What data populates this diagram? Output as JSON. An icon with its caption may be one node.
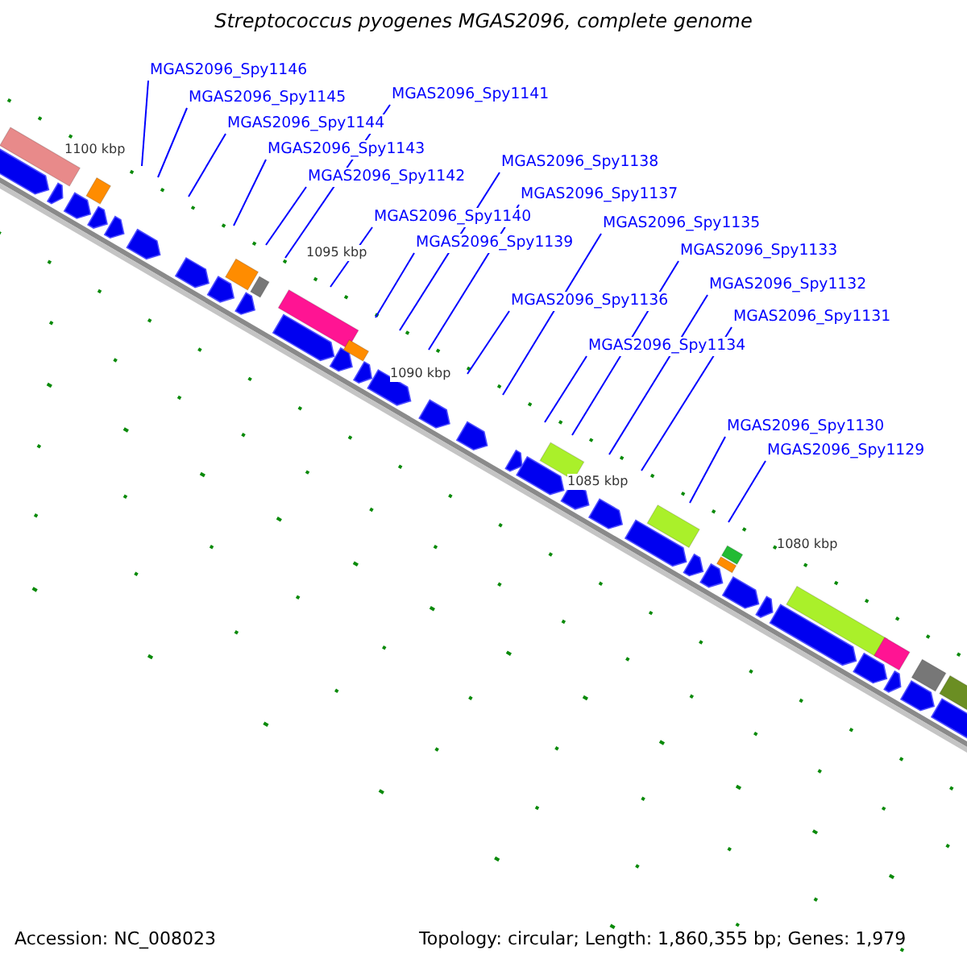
{
  "diagram": {
    "title": "Streptococcus pyogenes MGAS2096, complete genome",
    "nodes": [
      {
        "text": [
          "MGAS2096_Spy1146"
        ]
      },
      {
        "text": [
          "MGAS2096_Spy1141"
        ]
      },
      {
        "text": [
          "MGAS2096_Spy1145"
        ]
      },
      {
        "text": [
          "MGAS2096_Spy1144"
        ]
      },
      {
        "text": [
          "MGAS2096_Spy1143"
        ]
      },
      {
        "text": [
          "MGAS2096_Spy1138"
        ]
      },
      {
        "text": [
          "MGAS2096_Spy1142"
        ]
      },
      {
        "text": [
          "MGAS2096_Spy1137"
        ]
      },
      {
        "text": [
          "MGAS2096_Spy1140"
        ]
      },
      {
        "text": [
          "MGAS2096_Spy1135"
        ]
      },
      {
        "text": [
          "MGAS2096_Spy1139"
        ]
      },
      {
        "text": [
          "MGAS2096_Spy1133"
        ]
      },
      {
        "text": [
          "MGAS2096_Spy1132"
        ]
      },
      {
        "text": [
          "MGAS2096_Spy1136"
        ]
      },
      {
        "text": [
          "MGAS2096_Spy1131"
        ]
      },
      {
        "text": [
          "MGAS2096_Spy1134"
        ]
      },
      {
        "text": [
          "MGAS2096_Spy1130"
        ]
      },
      {
        "text": [
          "MGAS2096_Spy1129"
        ]
      }
    ],
    "edges": [
      {
        "from": 0,
        "to": null,
        "arrow": "none"
      },
      {
        "from": 1,
        "to": null,
        "arrow": "none"
      },
      {
        "from": 2,
        "to": null,
        "arrow": "none"
      },
      {
        "from": 3,
        "to": null,
        "arrow": "none"
      },
      {
        "from": 4,
        "to": null,
        "arrow": "none"
      },
      {
        "from": 5,
        "to": null,
        "arrow": "none"
      },
      {
        "from": 6,
        "to": null,
        "arrow": "none"
      },
      {
        "from": 7,
        "to": null,
        "arrow": "none"
      },
      {
        "from": 8,
        "to": null,
        "arrow": "none"
      },
      {
        "from": 9,
        "to": null,
        "arrow": "none"
      },
      {
        "from": 10,
        "to": null,
        "arrow": "none"
      },
      {
        "from": 11,
        "to": null,
        "arrow": "none"
      },
      {
        "from": 12,
        "to": null,
        "arrow": "none"
      },
      {
        "from": 13,
        "to": null,
        "arrow": "none"
      },
      {
        "from": 14,
        "to": null,
        "arrow": "none"
      },
      {
        "from": 15,
        "to": null,
        "arrow": "none"
      },
      {
        "from": 16,
        "to": null,
        "arrow": "none"
      },
      {
        "from": 17,
        "to": null,
        "arrow": "none"
      }
    ],
    "labels": [
      "1100 kbp",
      "1095 kbp",
      "1090 kbp",
      "1085 kbp",
      "1080 kbp",
      "Accession: NC_008023",
      "Topology: circular; Length: 1,860,355 bp; Genes: 1,979"
    ]
  }
}
